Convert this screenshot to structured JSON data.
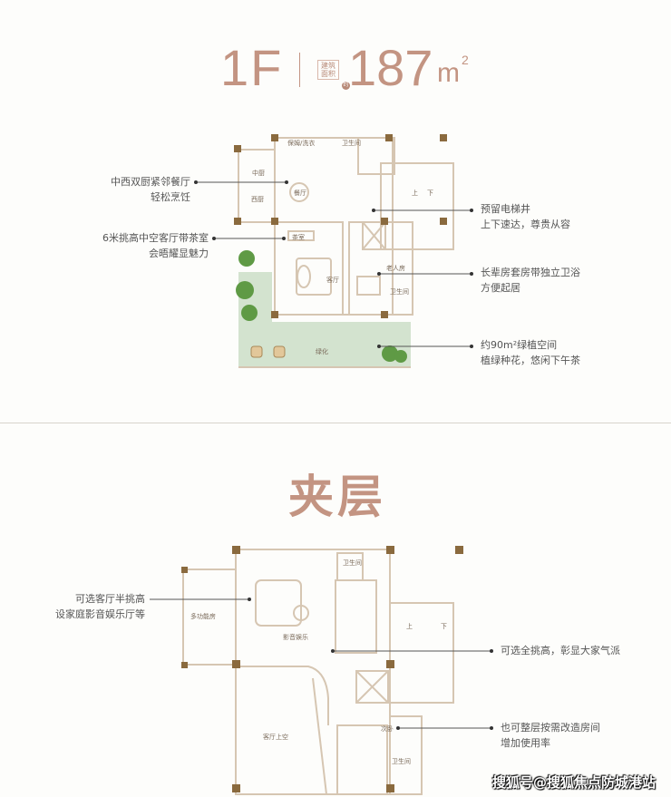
{
  "floor1": {
    "floor": "1F",
    "area_label": "建筑面积",
    "area_badge": "约",
    "area": "187",
    "unit": "m",
    "unit_sup": "2",
    "rooms": {
      "nanny": "保姆/洗衣",
      "bath1": "卫生间",
      "chinese_kitchen": "中厨",
      "western_kitchen": "西厨",
      "dining": "餐厅",
      "tea": "茶室",
      "living": "客厅",
      "elder": "老人房",
      "bath2": "卫生间",
      "green": "绿化",
      "up": "上",
      "down": "下"
    },
    "notes": [
      {
        "line1": "中西双厨紧邻餐厅",
        "line2": "轻松烹饪"
      },
      {
        "line1": "6米挑高中空客厅带茶室",
        "line2": "会晤耀显魅力"
      },
      {
        "line1": "预留电梯井",
        "line2": "上下速达，尊贵从容"
      },
      {
        "line1": "长辈房套房带独立卫浴",
        "line2": "方便起居"
      },
      {
        "line1": "约90m²绿植空间",
        "line2": "植绿种花，悠闲下午茶"
      }
    ]
  },
  "mezzanine": {
    "title": "夹层",
    "rooms": {
      "bath1": "卫生间",
      "multi": "多功能房",
      "av": "影音娱乐",
      "void": "客厅上空",
      "bedroom": "次卧",
      "bath2": "卫生间",
      "up": "上",
      "down": "下"
    },
    "notes": [
      {
        "line1": "可选客厅半挑高",
        "line2": "设家庭影音娱乐厅等"
      },
      {
        "line1": "可选全挑高，彰显大家气派",
        "line2": ""
      },
      {
        "line1": "也可整层按需改造房间",
        "line2": "增加使用率"
      }
    ]
  },
  "watermark": "搜狐号@搜狐焦点防城港站",
  "colors": {
    "title": "#c39482",
    "wall": "#d6c6b2",
    "pillar": "#8a6a3e",
    "green": "#d3e3cf",
    "tree": "#5f9a45"
  }
}
